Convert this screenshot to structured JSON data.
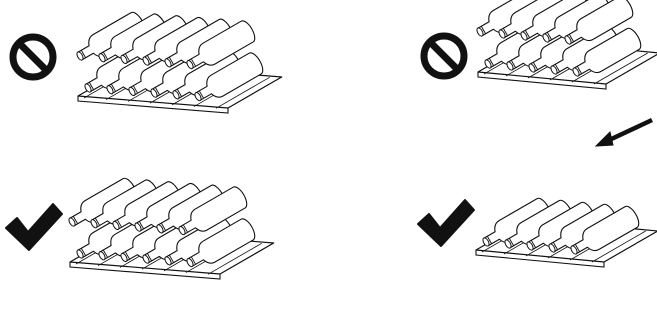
{
  "colors": {
    "ink": "#111111",
    "paper": "#ffffff",
    "bottle_fill": "#ffffff",
    "rack_fill": "#ffffff"
  },
  "panels": [
    {
      "id": "top-left",
      "status": "incorrect",
      "status_icon": "prohibited-icon",
      "front_row_bottles": 6,
      "stacked_layers": 2,
      "shows_push_arrow": false
    },
    {
      "id": "top-right",
      "status": "incorrect",
      "status_icon": "prohibited-icon",
      "front_row_bottles": 5,
      "stacked_layers": 2,
      "shows_push_arrow": true,
      "arrow_icon": "push-arrow-icon"
    },
    {
      "id": "bottom-left",
      "status": "correct",
      "status_icon": "checkmark-icon",
      "front_row_bottles": 6,
      "stacked_layers": 2,
      "shows_push_arrow": false
    },
    {
      "id": "bottom-right",
      "status": "correct",
      "status_icon": "checkmark-icon",
      "front_row_bottles": 5,
      "stacked_layers": 1,
      "shows_push_arrow": false
    }
  ]
}
